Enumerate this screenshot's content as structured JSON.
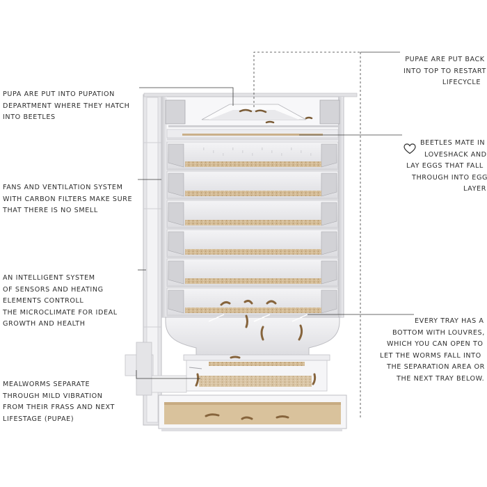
{
  "annotations": {
    "pupae_back": [
      "PUPAE ARE PUT BACK",
      "INTO TOP TO RESTART",
      "LIFECYCLE"
    ],
    "pupation": [
      "PUPA ARE PUT INTO PUPATION",
      "DEPARTMENT WHERE THEY HATCH",
      "INTO BEETLES"
    ],
    "beetles": [
      "BEETLES MATE IN",
      "LOVESHACK AND",
      "LAY EGGS THAT FALL",
      "THROUGH INTO EGG",
      "LAYER"
    ],
    "fans": [
      "FANS AND VENTILATION SYSTEM",
      "WITH CARBON FILTERS MAKE SURE",
      "THAT THERE IS NO SMELL"
    ],
    "intelligent": [
      "AN INTELLIGENT SYSTEM",
      "OF SENSORS AND HEATING",
      "ELEMENTS CONTROLL",
      "THE MICROCLIMATE FOR IDEAL",
      "GROWTH AND HEALTH"
    ],
    "trays": [
      "EVERY TRAY HAS A",
      "BOTTOM WITH LOUVRES,",
      "WHICH YOU CAN OPEN TO",
      "LET THE WORMS FALL INTO",
      "THE SEPARATION AREA OR",
      "THE NEXT TRAY BELOW."
    ],
    "mealworms": [
      "MEALWORMS SEPARATE",
      "THROUGH MILD VIBRATION",
      "FROM THEIR FRASS AND NEXT",
      "LIFESTAGE (PUPAE)"
    ]
  },
  "icons": {
    "heart": "heart-icon"
  },
  "colors": {
    "text": "#2c2c2c",
    "line": "#3a3a3a",
    "frame": "#d9d9dc",
    "bran": "#cdb48f",
    "worm": "#8a6a44"
  }
}
